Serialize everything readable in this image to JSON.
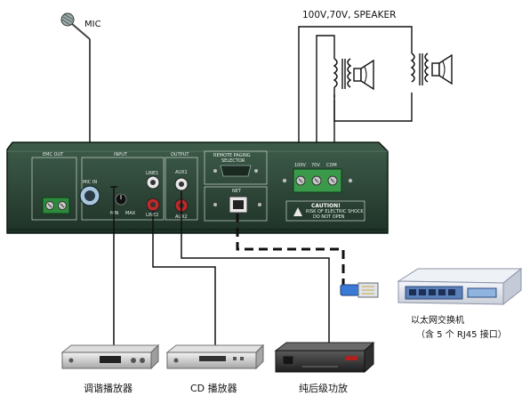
{
  "top": {
    "mic_label": "MIC",
    "speaker_label": "100V,70V, SPEAKER"
  },
  "panel": {
    "emc_out": "EMC OUT",
    "input": "INPUT",
    "mic_in": "MIC IN",
    "line1": "LINE1",
    "line2": "LINE2",
    "min": "MIN",
    "max": "MAX",
    "output": "OUTPUT",
    "aux1": "AUX1",
    "aux2": "AUX2",
    "remote_line1": "REMOTE PAGING",
    "remote_line2": "SELECTOR",
    "net": "NET",
    "v100": "100V",
    "v70": "70V",
    "com": "COM",
    "caution": "CAUTION!",
    "caution_l1": "RISK OF ELECTRIC SHOCK",
    "caution_l2": "DO NOT OPEN"
  },
  "devices": {
    "switch_label": "以太网交换机",
    "switch_note": "（含 5 个 RJ45 接口）",
    "tuner": "调谐播放器",
    "cd": "CD 播放器",
    "amp": "纯后级功放"
  },
  "colors": {
    "panel": "#2f4a3a",
    "terminal_green": "#3a9a4a",
    "rca_red": "#c0282a",
    "cable_blue": "#3a7ad6"
  }
}
